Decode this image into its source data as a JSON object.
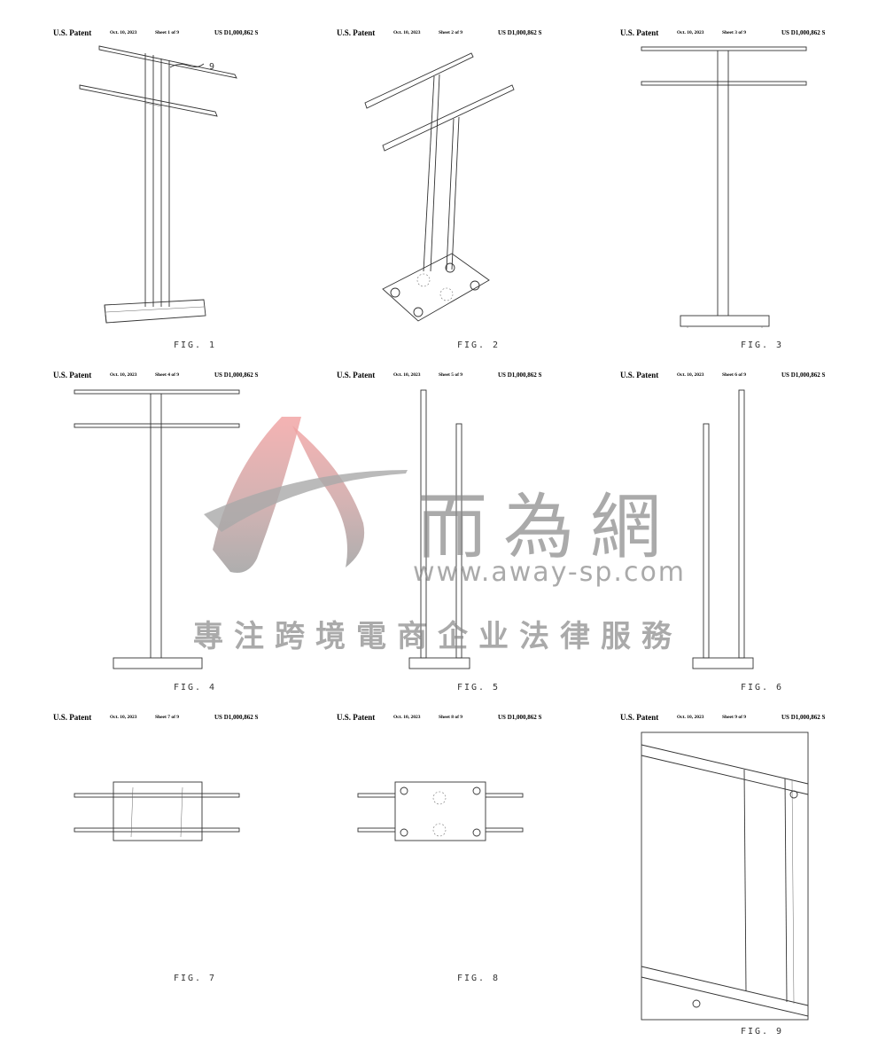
{
  "header": {
    "patent_label": "U.S. Patent",
    "date": "Oct. 10, 2023",
    "patent_number": "US D1,000,862 S"
  },
  "sheets": [
    {
      "sheet": "Sheet 1 of 9",
      "figure": "FIG. 1",
      "callout": "9"
    },
    {
      "sheet": "Sheet 2 of 9",
      "figure": "FIG. 2"
    },
    {
      "sheet": "Sheet 3 of 9",
      "figure": "FIG. 3"
    },
    {
      "sheet": "Sheet 4 of 9",
      "figure": "FIG. 4"
    },
    {
      "sheet": "Sheet 5 of 9",
      "figure": "FIG. 5"
    },
    {
      "sheet": "Sheet 6 of 9",
      "figure": "FIG. 6"
    },
    {
      "sheet": "Sheet 7 of 9",
      "figure": "FIG. 7"
    },
    {
      "sheet": "Sheet 8 of 9",
      "figure": "FIG. 8"
    },
    {
      "sheet": "Sheet 9 of 9",
      "figure": "FIG. 9"
    }
  ],
  "watermark": {
    "brand_cn": "而為網",
    "url": "www.away-sp.com",
    "slogan": "專注跨境電商企业法律服務",
    "colors": {
      "logo_top": "#f2a0a0",
      "logo_bottom": "#9a9a9a",
      "text": "#8a8a8a"
    }
  }
}
